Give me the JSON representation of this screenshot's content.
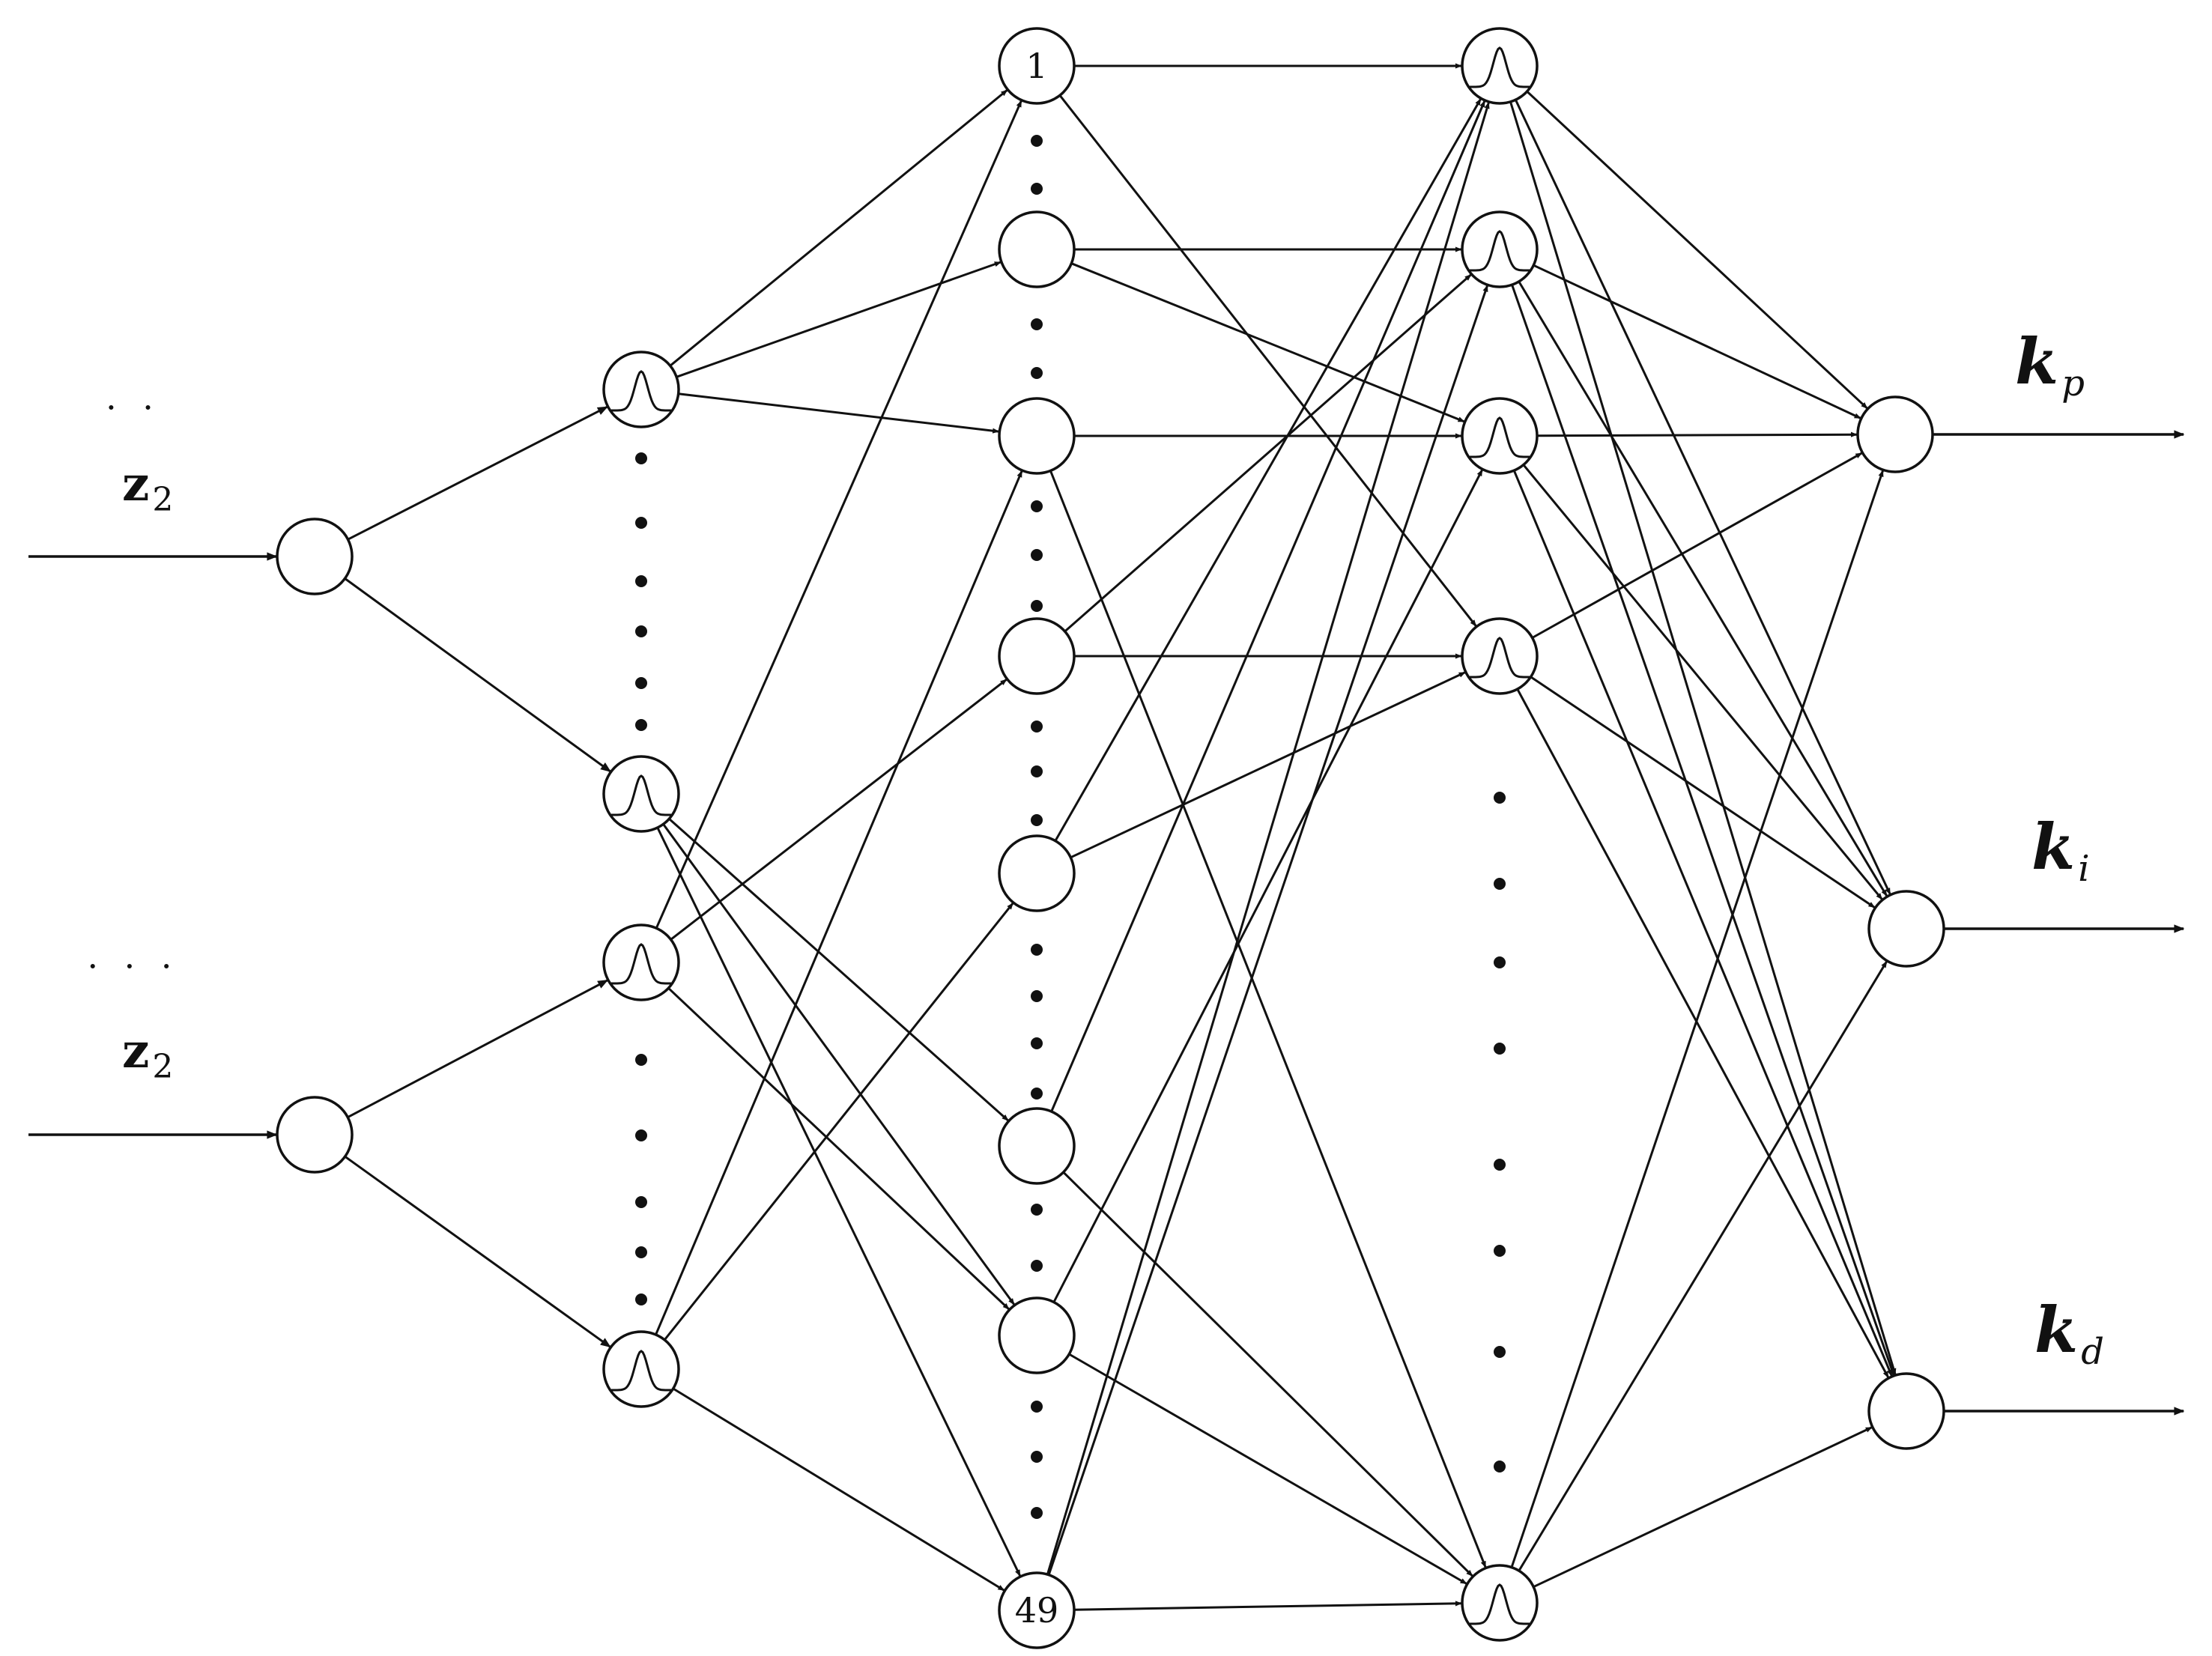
{
  "diagram": {
    "inputs": [
      {
        "symbol": "z",
        "subscript": "2",
        "dots": "· ·"
      },
      {
        "symbol": "z",
        "subscript": "2",
        "dots": "· · ·"
      }
    ],
    "rule_node_labels": {
      "first": "1",
      "last": "49"
    },
    "outputs": [
      {
        "symbol": "k",
        "subscript": "p"
      },
      {
        "symbol": "k",
        "subscript": "i"
      },
      {
        "symbol": "k",
        "subscript": "d"
      }
    ]
  }
}
